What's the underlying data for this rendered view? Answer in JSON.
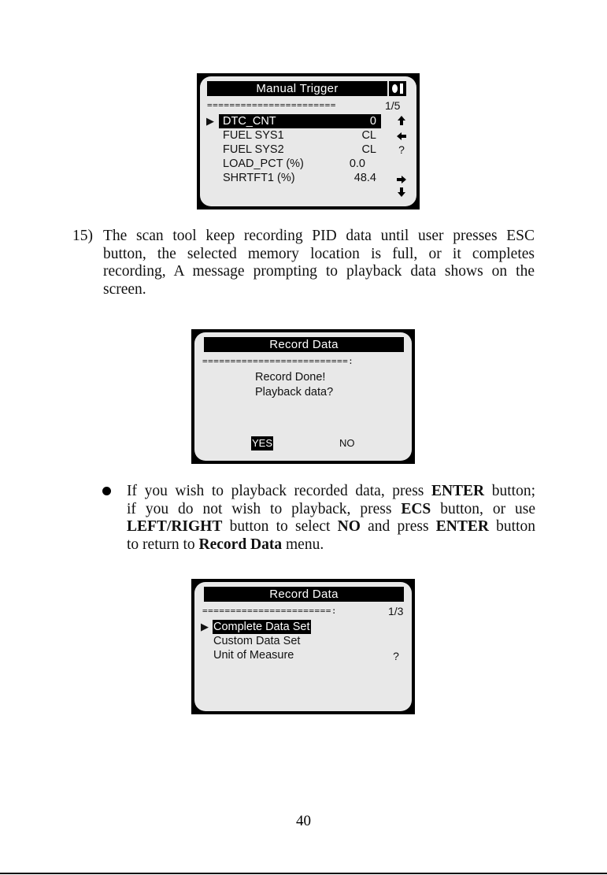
{
  "screen1": {
    "title": "Manual Trigger",
    "dashes": "=======================",
    "page": "1/5",
    "rows": [
      {
        "name": "DTC_CNT",
        "value": "0"
      },
      {
        "name": "FUEL SYS1",
        "value": "CL"
      },
      {
        "name": "FUEL SYS2",
        "value": "CL"
      },
      {
        "name": "LOAD_PCT (%)",
        "value": "0.0"
      },
      {
        "name": "SHRTFT1 (%)",
        "value": "48.4"
      }
    ],
    "help": "?",
    "pointer": "▶"
  },
  "step15": {
    "number": "15)",
    "lines": [
      "The scan tool keep recording PID data until user presses ESC",
      "button, the selected memory location is full, or it completes",
      "recording, A message prompting to playback data shows on the",
      "screen."
    ]
  },
  "screen2": {
    "title": "Record Data",
    "dashes": "==========================:",
    "message1": "Record Done!",
    "message2": "Playback data?",
    "yes": "YES",
    "no": "NO"
  },
  "bullet": {
    "l1_a": "If you wish to playback recorded data, press ",
    "l1_b": "ENTER",
    "l1_c": " button;",
    "l2_a": "if you do not wish to playback, press ",
    "l2_b": "ECS",
    "l2_c": " button, or use",
    "l3_a": "LEFT/RIGHT",
    "l3_b": " button to select ",
    "l3_c": "NO",
    "l3_d": " and press ",
    "l3_e": "ENTER",
    "l3_f": " button",
    "l4_a": "to return to ",
    "l4_b": "Record Data",
    "l4_c": " menu."
  },
  "screen3": {
    "title": "Record Data",
    "dashes": "=======================:",
    "page": "1/3",
    "items": [
      "Complete Data Set",
      "Custom Data Set",
      "Unit of Measure"
    ],
    "help": "?",
    "pointer": "▶"
  },
  "page_number": "40"
}
